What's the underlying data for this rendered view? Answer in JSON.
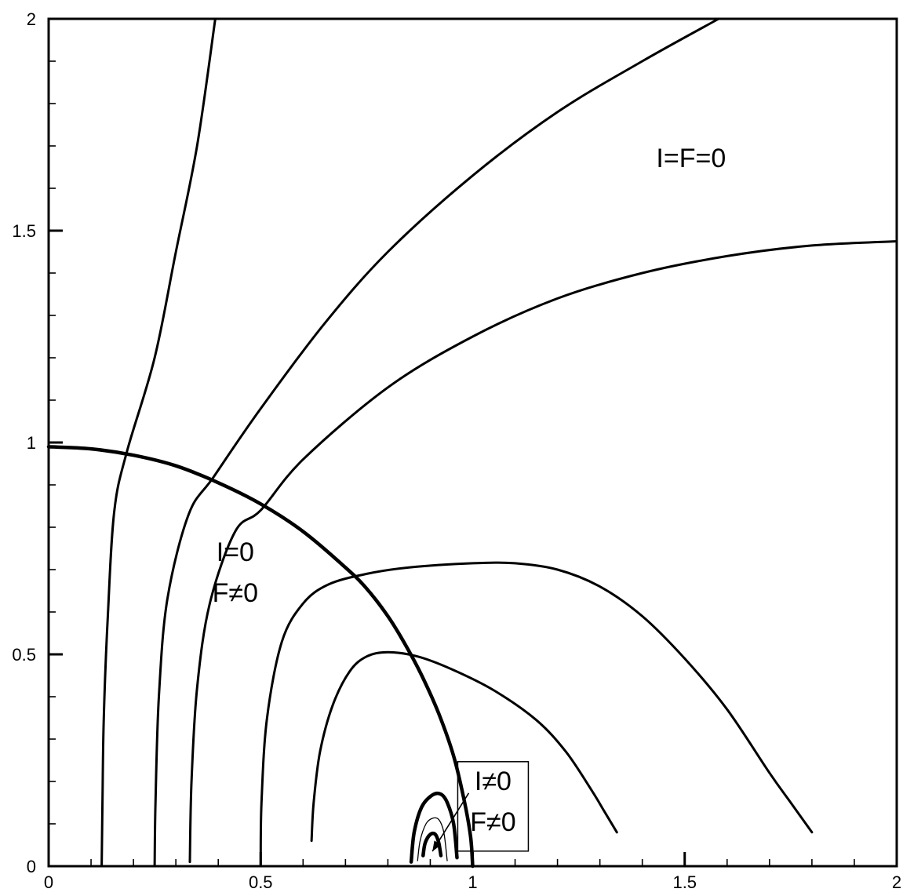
{
  "chart_data": {
    "type": "line",
    "title": "",
    "xlabel": "",
    "ylabel": "",
    "xlim": [
      0,
      2
    ],
    "ylim": [
      0,
      2
    ],
    "grid": false,
    "x_ticks": [
      "0",
      "0.5",
      "1",
      "1.5",
      "2"
    ],
    "y_ticks": [
      "0",
      "0.5",
      "1",
      "1.5",
      "2"
    ],
    "annotations": [
      {
        "name": "region-outer",
        "lines": [
          "I=F=0"
        ],
        "x": 1.515,
        "y": 1.65
      },
      {
        "name": "region-inner",
        "lines": [
          "I=0",
          "F≠0"
        ],
        "x": 0.44,
        "y": 0.72
      },
      {
        "name": "region-core",
        "lines": [
          "I≠0",
          "F≠0"
        ],
        "x": 1.048,
        "y": 0.18,
        "boxed": true,
        "arrow_to": [
          0.905,
          0.035
        ]
      }
    ],
    "series": [
      {
        "style": "thick",
        "points": [
          [
            0,
            0.99
          ],
          [
            0.1,
            0.985
          ],
          [
            0.2,
            0.97
          ],
          [
            0.3,
            0.945
          ],
          [
            0.4,
            0.905
          ],
          [
            0.5,
            0.855
          ],
          [
            0.6,
            0.79
          ],
          [
            0.7,
            0.705
          ],
          [
            0.75,
            0.655
          ],
          [
            0.8,
            0.59
          ],
          [
            0.84,
            0.525
          ],
          [
            0.88,
            0.45
          ],
          [
            0.92,
            0.36
          ],
          [
            0.955,
            0.26
          ],
          [
            0.98,
            0.155
          ],
          [
            0.995,
            0.07
          ],
          [
            1.0,
            0.0
          ]
        ]
      },
      {
        "style": "normal",
        "points": [
          [
            0.125,
            0.0
          ],
          [
            0.127,
            0.15
          ],
          [
            0.13,
            0.35
          ],
          [
            0.14,
            0.6
          ],
          [
            0.155,
            0.84
          ],
          [
            0.185,
            0.98
          ],
          [
            0.25,
            1.2
          ],
          [
            0.3,
            1.45
          ],
          [
            0.35,
            1.7
          ],
          [
            0.393,
            2.0
          ]
        ]
      },
      {
        "style": "normal",
        "points": [
          [
            0.25,
            0.0
          ],
          [
            0.252,
            0.15
          ],
          [
            0.26,
            0.4
          ],
          [
            0.28,
            0.63
          ],
          [
            0.33,
            0.83
          ],
          [
            0.39,
            0.92
          ],
          [
            0.5,
            1.08
          ],
          [
            0.65,
            1.28
          ],
          [
            0.8,
            1.45
          ],
          [
            1.0,
            1.63
          ],
          [
            1.2,
            1.78
          ],
          [
            1.4,
            1.9
          ],
          [
            1.58,
            2.0
          ]
        ]
      },
      {
        "style": "normal",
        "points": [
          [
            0.333,
            0.01
          ],
          [
            0.337,
            0.2
          ],
          [
            0.35,
            0.42
          ],
          [
            0.38,
            0.62
          ],
          [
            0.44,
            0.79
          ],
          [
            0.5,
            0.84
          ],
          [
            0.6,
            0.96
          ],
          [
            0.8,
            1.13
          ],
          [
            1.0,
            1.25
          ],
          [
            1.2,
            1.34
          ],
          [
            1.4,
            1.4
          ],
          [
            1.6,
            1.44
          ],
          [
            1.8,
            1.465
          ],
          [
            2.0,
            1.475
          ]
        ]
      },
      {
        "style": "normal",
        "points": [
          [
            0.5,
            0.0
          ],
          [
            0.502,
            0.15
          ],
          [
            0.515,
            0.35
          ],
          [
            0.55,
            0.53
          ],
          [
            0.6,
            0.62
          ],
          [
            0.66,
            0.665
          ],
          [
            0.75,
            0.69
          ],
          [
            0.85,
            0.705
          ],
          [
            1.0,
            0.715
          ],
          [
            1.1,
            0.715
          ],
          [
            1.2,
            0.7
          ],
          [
            1.3,
            0.66
          ],
          [
            1.4,
            0.59
          ],
          [
            1.5,
            0.49
          ],
          [
            1.6,
            0.37
          ],
          [
            1.7,
            0.22
          ],
          [
            1.75,
            0.15
          ],
          [
            1.8,
            0.08
          ]
        ]
      },
      {
        "style": "normal",
        "points": [
          [
            0.62,
            0.06
          ],
          [
            0.625,
            0.15
          ],
          [
            0.64,
            0.27
          ],
          [
            0.67,
            0.38
          ],
          [
            0.71,
            0.46
          ],
          [
            0.75,
            0.495
          ],
          [
            0.8,
            0.505
          ],
          [
            0.87,
            0.495
          ],
          [
            0.95,
            0.465
          ],
          [
            1.05,
            0.415
          ],
          [
            1.15,
            0.345
          ],
          [
            1.22,
            0.27
          ],
          [
            1.28,
            0.18
          ],
          [
            1.31,
            0.13
          ],
          [
            1.34,
            0.08
          ]
        ]
      },
      {
        "style": "thick",
        "points": [
          [
            0.855,
            0.01
          ],
          [
            0.862,
            0.08
          ],
          [
            0.88,
            0.14
          ],
          [
            0.905,
            0.168
          ],
          [
            0.925,
            0.17
          ],
          [
            0.94,
            0.15
          ],
          [
            0.955,
            0.1
          ],
          [
            0.963,
            0.02
          ]
        ]
      },
      {
        "style": "thin",
        "points": [
          [
            0.87,
            0.012
          ],
          [
            0.876,
            0.06
          ],
          [
            0.89,
            0.1
          ],
          [
            0.905,
            0.113
          ],
          [
            0.92,
            0.11
          ],
          [
            0.932,
            0.08
          ],
          [
            0.94,
            0.012
          ]
        ]
      },
      {
        "style": "thick",
        "points": [
          [
            0.883,
            0.025
          ],
          [
            0.888,
            0.055
          ],
          [
            0.9,
            0.075
          ],
          [
            0.912,
            0.075
          ],
          [
            0.92,
            0.055
          ],
          [
            0.925,
            0.025
          ]
        ]
      }
    ]
  }
}
